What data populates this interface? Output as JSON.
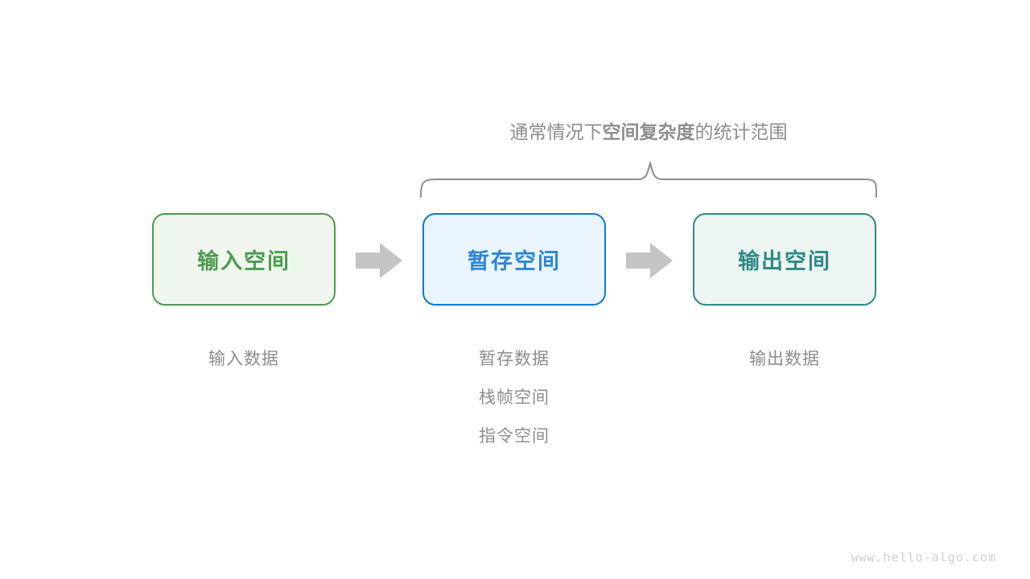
{
  "diagram": {
    "caption": {
      "prefix": "通常情况下",
      "emphasis": "空间复杂度",
      "suffix": "的统计范围"
    },
    "boxes": [
      {
        "id": "input",
        "label": "输入空间",
        "border_color": "#4e9a51",
        "fill_color": "#eff6ee",
        "text_color": "#4e9a51"
      },
      {
        "id": "temp",
        "label": "暂存空间",
        "border_color": "#1279cd",
        "fill_color": "#e9f4fd",
        "text_color": "#2e86d6"
      },
      {
        "id": "output",
        "label": "输出空间",
        "border_color": "#2f8a84",
        "fill_color": "#ecf5f2",
        "text_color": "#2f8a84"
      }
    ],
    "arrows": [
      {
        "id": "arrow-1",
        "direction": "right",
        "color": "#c4c4c4"
      },
      {
        "id": "arrow-2",
        "direction": "right",
        "color": "#c4c4c4"
      }
    ],
    "brace": {
      "color": "#8d8d8d",
      "covers": [
        "temp",
        "output"
      ]
    },
    "sub_labels": {
      "input": [
        "输入数据"
      ],
      "temp": [
        "暂存数据",
        "栈帧空间",
        "指令空间"
      ],
      "output": [
        "输出数据"
      ]
    }
  },
  "watermark": "www.hello-algo.com"
}
